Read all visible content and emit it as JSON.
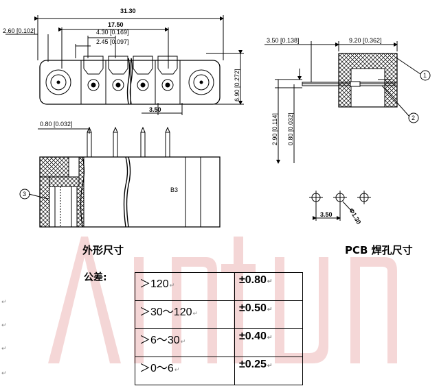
{
  "drawing": {
    "dims": {
      "overall_length": "31.30",
      "span_17": "17.50",
      "pitch_a": "4.30 [0.169]",
      "pitch_b": "2.45 [0.097]",
      "left_offset": "2.60 [0.102]",
      "pin_pitch": "3.50",
      "height": "6.90 [0.272]",
      "pin_len": "0.80 [0.032]",
      "side_a": "3.50 [0.138]",
      "side_b": "9.20 [0.362]",
      "side_c": "2.90 [0.114]",
      "side_d": "0.80 [0.032]",
      "pcb_pitch": "3.50",
      "pcb_hole": "Φ1.30",
      "part_mark": "B3"
    },
    "callouts": [
      "1",
      "2",
      "3"
    ]
  },
  "labels": {
    "outline": "外形尺寸",
    "pcb": "PCB 焊孔尺寸",
    "tolerance": "公差:",
    "para_mark": "↵"
  },
  "tolerance_table": [
    {
      "range": "＞120",
      "value": "±0.80"
    },
    {
      "range": "＞30～120",
      "value": "±0.50"
    },
    {
      "range": "＞6～30",
      "value": "±0.40"
    },
    {
      "range": "＞0～6",
      "value": "±0.25"
    }
  ]
}
